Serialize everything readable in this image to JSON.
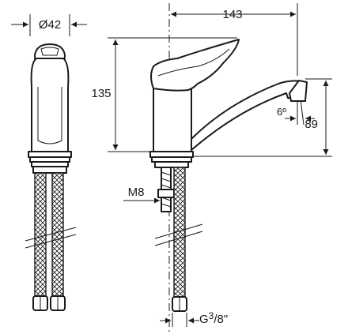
{
  "dimensions": {
    "diameter": "Ø42",
    "spout_reach": "143",
    "height": "135",
    "spout_height": "89",
    "spout_angle": "6º",
    "bolt": "M8",
    "hose_thread_main": "G",
    "hose_thread_sup": "3",
    "hose_thread_rest": "/8\""
  },
  "colors": {
    "line": "#1a1a1a",
    "background": "#ffffff"
  }
}
